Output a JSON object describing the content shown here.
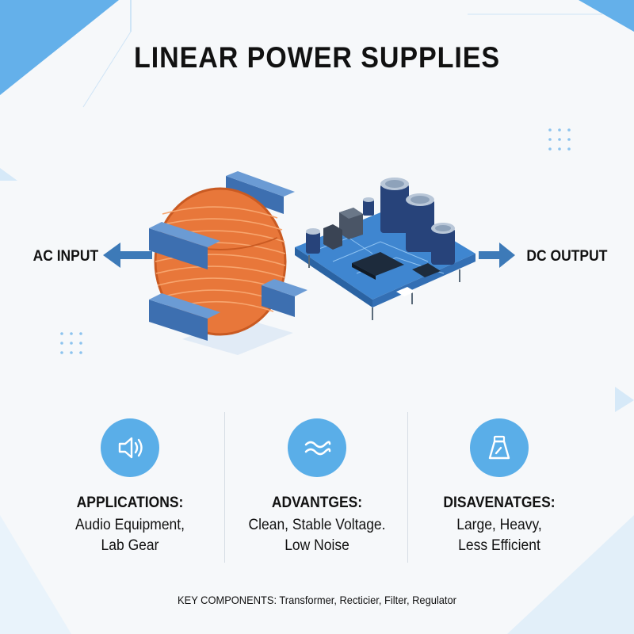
{
  "title": "LINEAR POWER SUPPLIES",
  "input_label": "AC INPUT",
  "output_label": "DC OUTPUT",
  "columns": [
    {
      "icon": "speaker-icon",
      "heading": "APPLICATIONS:",
      "line1": "Audio Equipment,",
      "line2": "Lab Gear"
    },
    {
      "icon": "wave-icon",
      "heading": "ADVANTGES:",
      "line1": "Clean, Stable Voltage.",
      "line2": "Low Noise"
    },
    {
      "icon": "weight-icon",
      "heading": "DISAVENATGES:",
      "line1": "Large, Heavy,",
      "line2": "Less Efficient"
    }
  ],
  "footer": "KEY COMPONENTS: Transformer, Recticier, Filter, Regulator",
  "colors": {
    "accent": "#5aaee8",
    "arrow": "#3d7ab8",
    "coil": "#e8773a",
    "board": "#3f86d0",
    "core": "#4a7fc0"
  }
}
